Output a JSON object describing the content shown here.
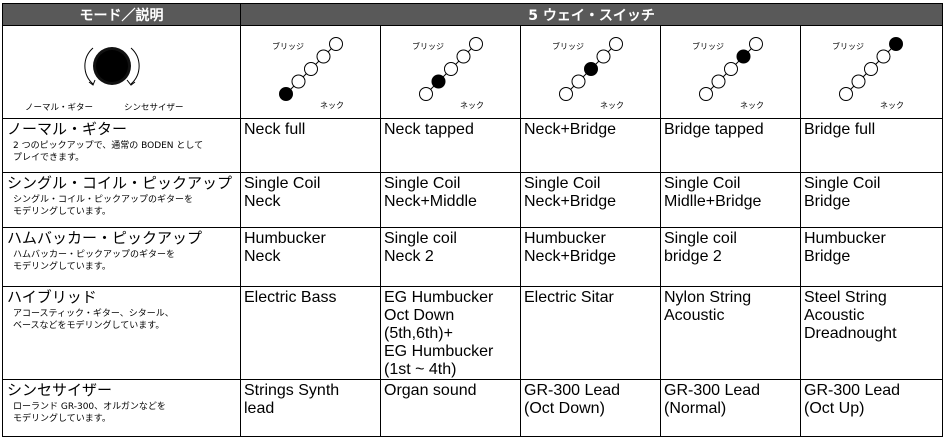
{
  "header": {
    "mode_desc": "モード／説明",
    "switch": "5 ウェイ・スイッチ"
  },
  "knob": {
    "left_label": "ノーマル・ギター",
    "right_label": "シンセサイザー"
  },
  "switch_labels": {
    "bridge": "ブリッジ",
    "neck": "ネック"
  },
  "positions": [
    {
      "active": 1
    },
    {
      "active": 2
    },
    {
      "active": 3
    },
    {
      "active": 4
    },
    {
      "active": 5
    }
  ],
  "rows": [
    {
      "mode": "ノーマル・ギター",
      "desc": "2 つのピックアップで、通常の BODEN として\nプレイできます。",
      "values": [
        "Neck full",
        "Neck tapped",
        "Neck+Bridge",
        "Bridge tapped",
        "Bridge full"
      ]
    },
    {
      "mode": "シングル・コイル・ピックアップ",
      "desc": "シングル・コイル・ピックアップのギターを\nモデリングしています。",
      "values": [
        "Single Coil\nNeck",
        "Single Coil\nNeck+Middle",
        "Single Coil\nNeck+Bridge",
        "Single Coil\nMidlle+Bridge",
        "Single Coil\nBridge"
      ]
    },
    {
      "mode": "ハムバッカー・ピックアップ",
      "desc": "ハムバッカー・ピックアップのギターを\nモデリングしています。",
      "values": [
        "Humbucker\nNeck",
        "Single coil\nNeck 2",
        "Humbucker\nNeck+Bridge",
        "Single coil\nbridge 2",
        "Humbucker\nBridge"
      ]
    },
    {
      "mode": "ハイブリッド",
      "desc": "アコースティック・ギター、シタール、\nベースなどをモデリングしています。",
      "values": [
        "Electric Bass",
        "EG Humbucker\nOct Down\n(5th,6th)+\nEG Humbucker\n(1st ~ 4th)",
        "Electric Sitar",
        "Nylon String\nAcoustic",
        "Steel String\nAcoustic\nDreadnought"
      ]
    },
    {
      "mode": "シンセサイザー",
      "desc": "ローランド GR-300、オルガンなどを\nモデリングしています。",
      "values": [
        "Strings Synth\nlead",
        "Organ sound",
        "GR-300 Lead\n(Oct Down)",
        "GR-300 Lead\n(Normal)",
        "GR-300 Lead\n(Oct Up)"
      ]
    }
  ]
}
